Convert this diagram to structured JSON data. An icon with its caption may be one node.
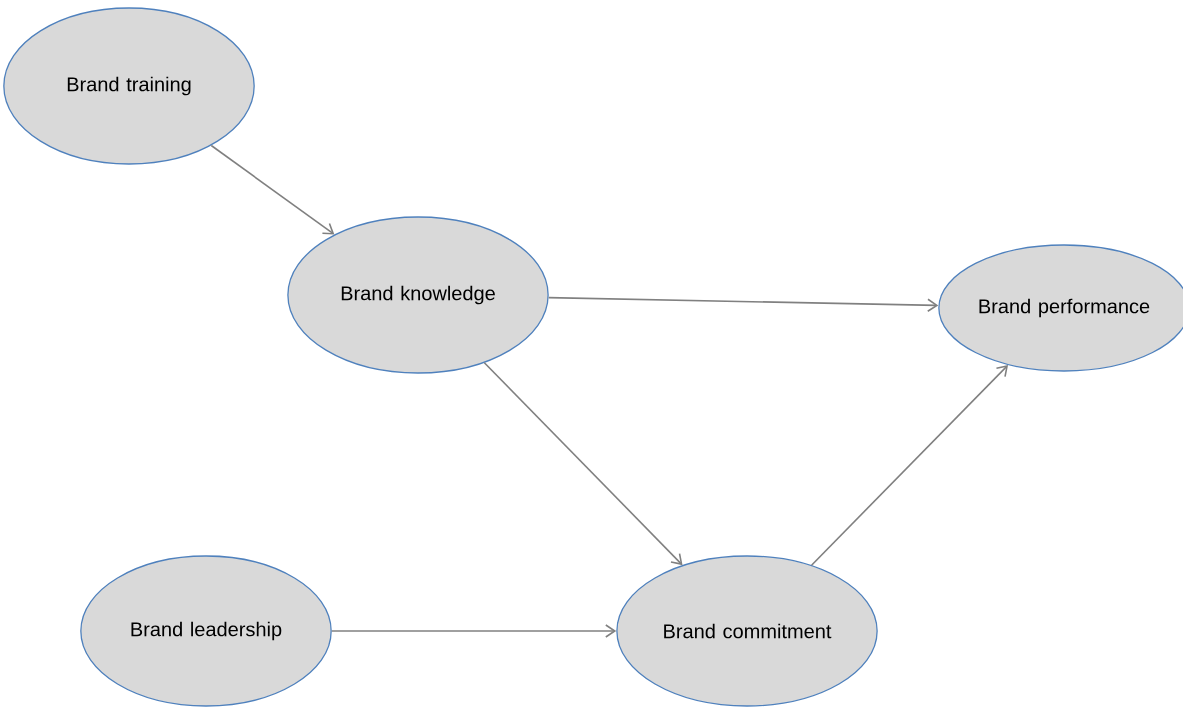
{
  "diagram": {
    "nodes": [
      {
        "text": [
          "Brand training"
        ]
      },
      {
        "text": [
          "Brand knowledge"
        ]
      },
      {
        "text": [
          "Brand performance"
        ]
      },
      {
        "text": [
          "Brand leadership"
        ]
      },
      {
        "text": [
          "Brand commitment"
        ]
      }
    ],
    "edges": [
      {
        "from": 0,
        "to": 1,
        "arrow": "to"
      },
      {
        "from": 1,
        "to": 2,
        "arrow": "to"
      },
      {
        "from": 1,
        "to": 4,
        "arrow": "to"
      },
      {
        "from": 3,
        "to": 4,
        "arrow": "to"
      },
      {
        "from": 4,
        "to": 2,
        "arrow": "to"
      }
    ]
  }
}
